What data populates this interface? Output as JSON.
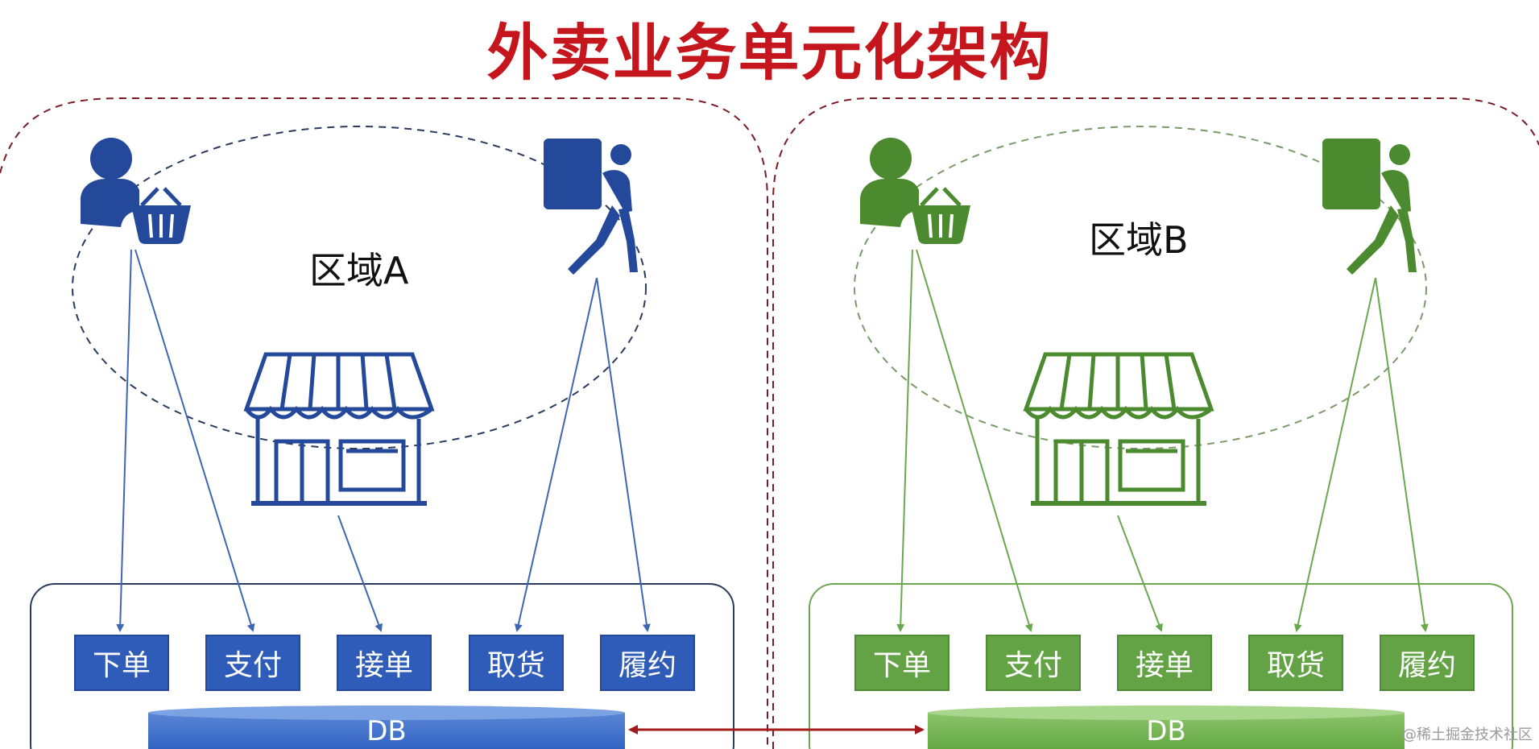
{
  "title": "外卖业务单元化架构",
  "region_a": {
    "label": "区域A",
    "color": "#2e5cb8",
    "steps": [
      "下单",
      "支付",
      "接单",
      "取货",
      "履约"
    ],
    "db": "DB"
  },
  "region_b": {
    "label": "区域B",
    "color": "#63a345",
    "steps": [
      "下单",
      "支付",
      "接单",
      "取货",
      "履约"
    ],
    "db": "DB"
  },
  "icons": [
    "customer-with-basket-icon",
    "courier-icon",
    "storefront-icon"
  ],
  "sync_arrow_color": "#a31a1a",
  "watermark": "@稀土掘金技术社区"
}
